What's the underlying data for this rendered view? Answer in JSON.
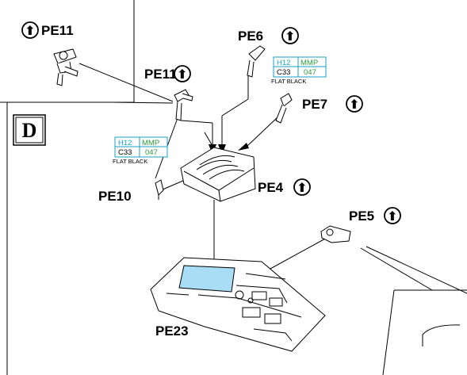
{
  "view": {
    "id": "D"
  },
  "labels": {
    "pe11_top": "PE11",
    "pe11": "PE11",
    "pe6": "PE6",
    "pe7": "PE7",
    "pe10": "PE10",
    "pe4": "PE4",
    "pe5": "PE5",
    "pe23": "PE23"
  },
  "arrow_glyph": "⬆",
  "finish_tags": [
    {
      "code1": "H12",
      "brand": "MMP",
      "code2": "C33",
      "num": "047",
      "note": "FLAT BLACK"
    },
    {
      "code1": "H12",
      "brand": "MMP",
      "code2": "C33",
      "num": "047",
      "note": "FLAT BLACK"
    }
  ],
  "colors": {
    "cyan": "#1aa3c7",
    "green": "#2b9a3a",
    "decal": "#a9dcf5"
  }
}
